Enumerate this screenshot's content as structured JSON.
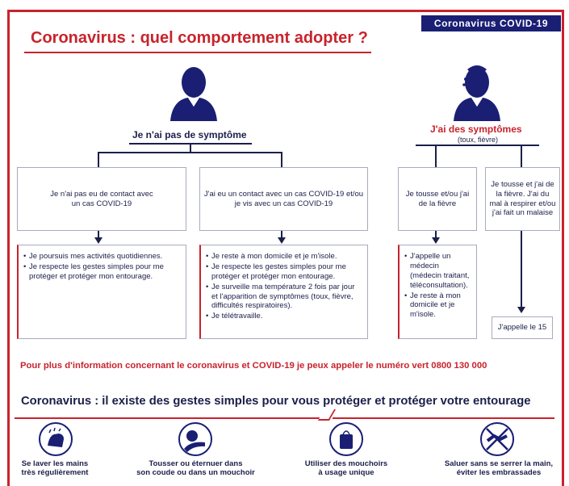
{
  "header": {
    "tag": "Coronavirus COVID-19",
    "title": "Coronavirus : quel comportement adopter ?"
  },
  "no_symptoms": {
    "label": "Je n'ai pas de symptôme",
    "branches": [
      {
        "condition": "Je n'ai pas eu de contact avec un cas COVID-19",
        "actions": [
          "Je poursuis mes activités quotidiennes.",
          "Je respecte les gestes simples pour me protéger et protéger mon entourage."
        ]
      },
      {
        "condition": "J'ai eu un contact avec un cas COVID-19 et/ou je vis avec un cas COVID-19",
        "actions": [
          "Je reste à mon domicile et je m'isole.",
          "Je respecte les gestes simples pour me protéger et protéger mon entourage.",
          "Je surveille ma température 2 fois par jour et l'apparition de symptômes (toux, fièvre, difficultés respiratoires).",
          "Je télétravaille."
        ]
      }
    ]
  },
  "symptoms": {
    "label": "J'ai des symptômes",
    "sublabel": "(toux, fièvre)",
    "branches": [
      {
        "condition": "Je tousse et/ou j'ai de la fièvre",
        "actions": [
          "J'appelle un médecin (médecin traitant, téléconsultation).",
          "Je reste à mon domicile et je m'isole."
        ]
      },
      {
        "condition": "Je tousse et j'ai de la fièvre. J'ai du mal à respirer et/ou j'ai fait un malaise",
        "action": "J'appelle le 15"
      }
    ]
  },
  "info": "Pour plus d'information concernant le coronavirus et COVID-19 je peux appeler le numéro vert 0800 130 000",
  "gestes": {
    "title": "Coronavirus : il existe des gestes simples pour vous protéger et protéger votre entourage",
    "items": [
      {
        "icon": "hand-washing-icon",
        "line1": "Se laver les mains",
        "line2": "très régulièrement"
      },
      {
        "icon": "cough-elbow-icon",
        "line1": "Tousser ou éternuer dans",
        "line2": "son coude ou dans un mouchoir"
      },
      {
        "icon": "tissue-icon",
        "line1": "Utiliser des mouchoirs",
        "line2": "à usage unique"
      },
      {
        "icon": "no-handshake-icon",
        "line1": "Saluer sans se serrer la main,",
        "line2": "éviter les embrassades"
      }
    ]
  },
  "colors": {
    "red": "#c8232c",
    "navy": "#1a1f74",
    "text": "#1b1f4a"
  }
}
